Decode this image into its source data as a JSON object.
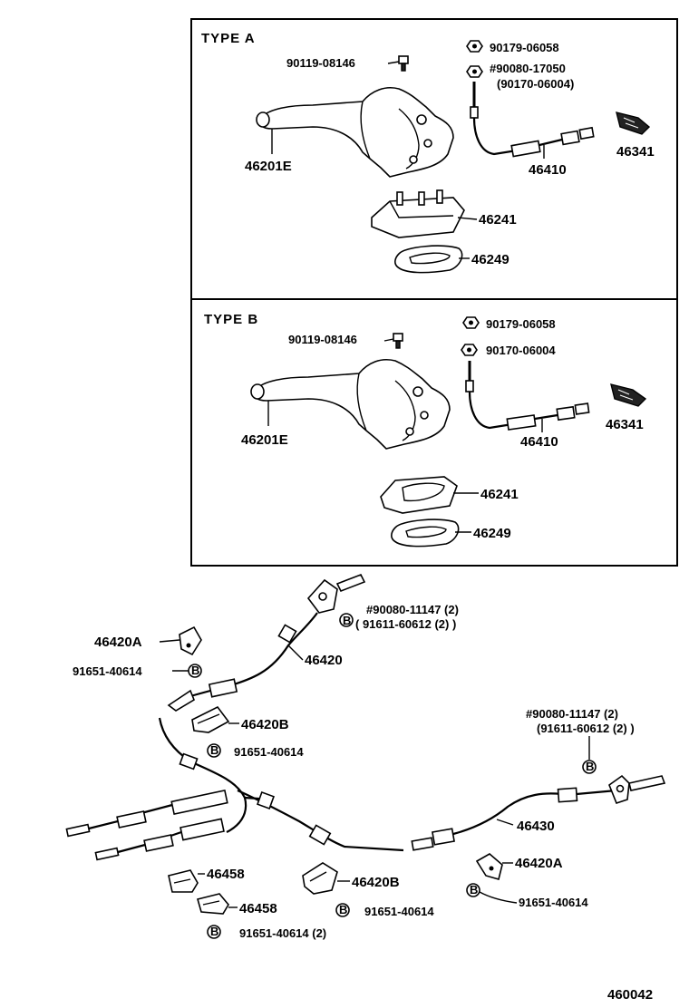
{
  "type_a": {
    "header": "TYPE  A",
    "bolt": "90119-08146",
    "nut1": "90179-06058",
    "nut2": "#90080-17050",
    "nut2_alt": "(90170-06004)",
    "lever": "46201E",
    "cable": "46410",
    "clip": "46341",
    "bracket": "46241",
    "boot": "46249"
  },
  "type_b": {
    "header": "TYPE  B",
    "bolt": "90119-08146",
    "nut1": "90179-06058",
    "nut2": "90170-06004",
    "lever": "46201E",
    "cable": "46410",
    "clip": "46341",
    "bracket": "46241",
    "boot": "46249"
  },
  "lower": {
    "bolt_top": "#90080-11147 (2)",
    "bolt_top_alt": "( 91611-60612 (2) )",
    "clamp_left": "46420A",
    "bolt_left": "91651-40614",
    "cable_left": "46420",
    "clamp_b_upper": "46420B",
    "bolt_b_upper": "91651-40614",
    "bolt_right": "#90080-11147 (2)",
    "bolt_right_alt": "(91611-60612 (2) )",
    "cable_right": "46430",
    "clamp_right": "46420A",
    "bolt_right_lower": "91651-40614",
    "clip1": "46458",
    "clip2": "46458",
    "clamp_b_lower": "46420B",
    "bolt_b_lower": "91651-40614",
    "bolt_bottom": "91651-40614 (2)",
    "bolt_symbol": "B"
  },
  "figure_number": "460042"
}
